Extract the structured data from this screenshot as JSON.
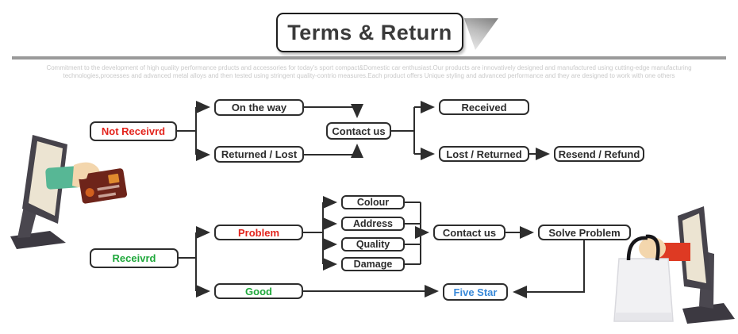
{
  "header": {
    "title": "Terms & Return",
    "description_line1": "Commitment to the development of high quality performance prducts and accessories for today's sport compact&Domestic car enthusiast.Our products are innovatively designed and manufactured using cutting-edge manufacturing",
    "description_line2": "technologies,processes and advanced metal alloys and then tested using stringent quality-contrio measures.Each product offers Unique styling and advanced performance and they are designed to work with one others"
  },
  "colors": {
    "status_red": "#e3241d",
    "status_green": "#1fa83b",
    "status_blue": "#3788d8",
    "box_border": "#2d2d2d",
    "divider_gray": "#9a9a9a",
    "muted_text": "#c9c9c9",
    "monitor_dark": "#46434b",
    "screen_cream": "#ece4d2",
    "sleeve_green": "#57b795",
    "sleeve_red": "#de3a23",
    "card_maroon": "#6e241a"
  },
  "flow": {
    "nodes": {
      "not_received": {
        "label": "Not Receivrd",
        "color": "#e3241d"
      },
      "on_the_way": {
        "label": "On the way",
        "color": "#2d2d2d"
      },
      "returned_lost": {
        "label": "Returned / Lost",
        "color": "#2d2d2d"
      },
      "contact_us_1": {
        "label": "Contact us",
        "color": "#2d2d2d"
      },
      "received": {
        "label": "Received",
        "color": "#2d2d2d"
      },
      "lost_returned": {
        "label": "Lost / Returned",
        "color": "#2d2d2d"
      },
      "resend_refund": {
        "label": "Resend / Refund",
        "color": "#2d2d2d"
      },
      "received_state": {
        "label": "Receivrd",
        "color": "#1fa83b"
      },
      "problem": {
        "label": "Problem",
        "color": "#e3241d"
      },
      "good": {
        "label": "Good",
        "color": "#1fa83b"
      },
      "colour": {
        "label": "Colour",
        "color": "#2d2d2d"
      },
      "address": {
        "label": "Address",
        "color": "#2d2d2d"
      },
      "quality": {
        "label": "Quality",
        "color": "#2d2d2d"
      },
      "damage": {
        "label": "Damage",
        "color": "#2d2d2d"
      },
      "contact_us_2": {
        "label": "Contact us",
        "color": "#2d2d2d"
      },
      "solve_problem": {
        "label": "Solve Problem",
        "color": "#2d2d2d"
      },
      "five_star": {
        "label": "Five Star",
        "color": "#3788d8"
      }
    }
  },
  "illustrations": {
    "left": "monitor-hand-credit-card",
    "right": "monitor-hand-shopping-bag"
  }
}
